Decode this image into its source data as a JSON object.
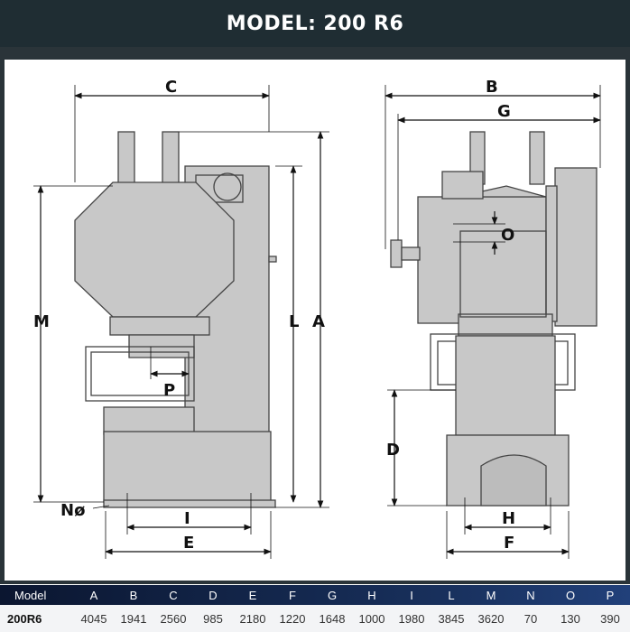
{
  "header": {
    "label": "MODEL:",
    "model": "200 R6"
  },
  "drawing": {
    "side_view_labels": {
      "C": "C",
      "M": "M",
      "L": "L",
      "A": "A",
      "P": "P",
      "N": "Nø",
      "I": "I",
      "E": "E"
    },
    "front_view_labels": {
      "B": "B",
      "G": "G",
      "O": "O",
      "D": "D",
      "H": "H",
      "F": "F"
    }
  },
  "spec_table": {
    "headers": [
      "Model",
      "A",
      "B",
      "C",
      "D",
      "E",
      "F",
      "G",
      "H",
      "I",
      "L",
      "M",
      "N",
      "O",
      "P"
    ],
    "row": [
      "200R6",
      "4045",
      "1941",
      "2560",
      "985",
      "2180",
      "1220",
      "1648",
      "1000",
      "1980",
      "3845",
      "3620",
      "70",
      "130",
      "390"
    ]
  },
  "colors": {
    "header_bg": "#1f2d33",
    "frame_bg": "#2a3439",
    "machine_fill": "#c8c8c8",
    "table_header_bg": "#0d1a33",
    "table_row_bg": "#f3f4f6"
  }
}
